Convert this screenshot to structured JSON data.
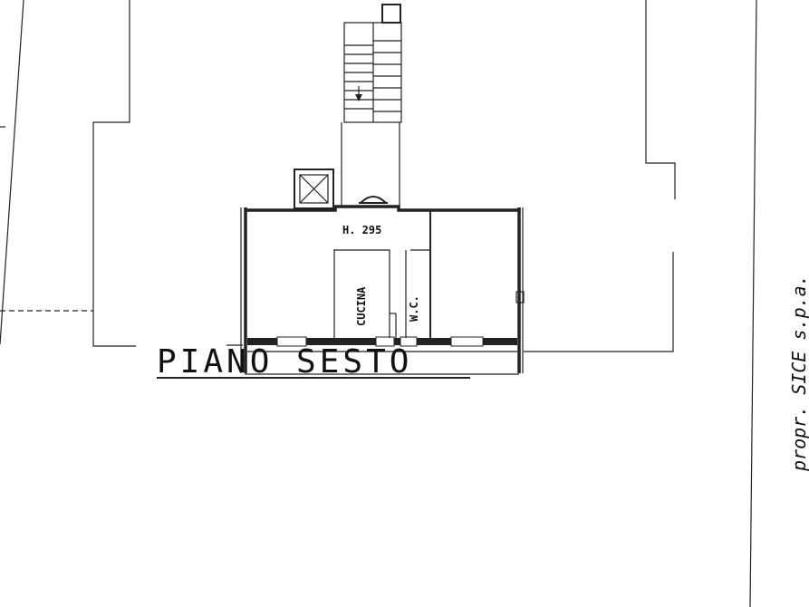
{
  "drawing": {
    "title": "PIANO SESTO",
    "height_label": "H. 295",
    "rooms": [
      {
        "name": "CUCINA"
      },
      {
        "name": "W.C."
      }
    ],
    "neighbor_label": "propr. SICE s.p.a."
  }
}
